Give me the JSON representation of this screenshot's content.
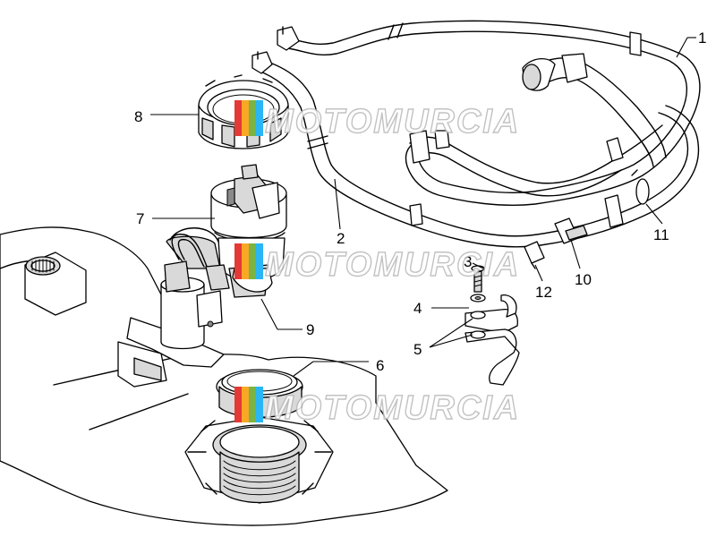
{
  "diagram": {
    "part_labels": [
      {
        "id": "1",
        "text": "1"
      },
      {
        "id": "2",
        "text": "2"
      },
      {
        "id": "3",
        "text": "3"
      },
      {
        "id": "4",
        "text": "4"
      },
      {
        "id": "5",
        "text": "5"
      },
      {
        "id": "6",
        "text": "6"
      },
      {
        "id": "7",
        "text": "7"
      },
      {
        "id": "8",
        "text": "8"
      },
      {
        "id": "9",
        "text": "9"
      },
      {
        "id": "10",
        "text": "10"
      },
      {
        "id": "11",
        "text": "11"
      },
      {
        "id": "12",
        "text": "12"
      }
    ]
  },
  "watermark": {
    "text": "MOTOMURCIA",
    "logo_colors": [
      "#e53935",
      "#f9a825",
      "#7cb342",
      "#29b6f6"
    ]
  }
}
